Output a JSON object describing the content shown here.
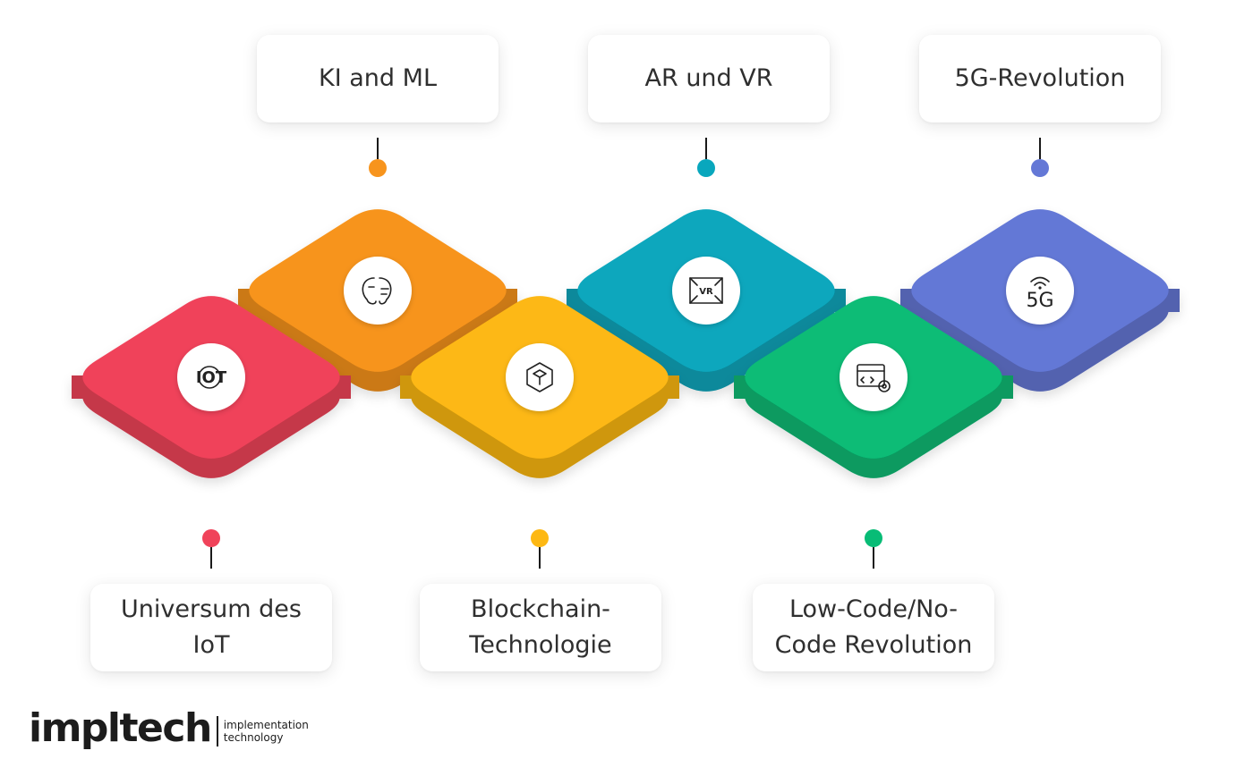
{
  "topics": [
    {
      "id": "iot",
      "label": "Universum des IoT",
      "color": "#f0435a",
      "icon": "iot-icon",
      "icon_text": "IOT"
    },
    {
      "id": "ki",
      "label": "KI and ML",
      "color": "#f7941d",
      "icon": "brain-icon",
      "icon_text": ""
    },
    {
      "id": "blockchain",
      "label": "Blockchain-Technologie",
      "color": "#fdb813",
      "icon": "cube-icon",
      "icon_text": ""
    },
    {
      "id": "arvr",
      "label": "AR und VR",
      "color": "#09a7bd",
      "icon": "vr-icon",
      "icon_text": "VR"
    },
    {
      "id": "lowcode",
      "label": "Low-Code/No-Code Revolution",
      "color": "#08bc76",
      "icon": "code-gear-icon",
      "icon_text": ""
    },
    {
      "id": "5g",
      "label": "5G-Revolution",
      "color": "#6478d6",
      "icon": "5g-icon",
      "icon_text": "5G"
    }
  ],
  "logo": {
    "name": "impltech",
    "tagline_line1": "implementation",
    "tagline_line2": "technology"
  }
}
